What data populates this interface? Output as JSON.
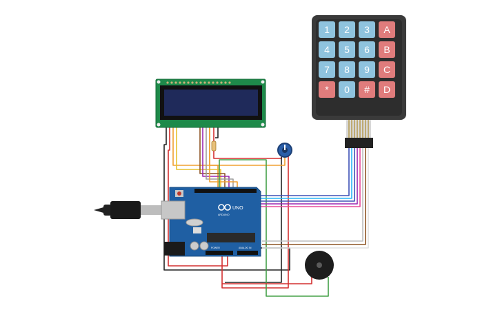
{
  "keypad": {
    "keys": [
      {
        "label": "1",
        "kind": "num"
      },
      {
        "label": "2",
        "kind": "num"
      },
      {
        "label": "3",
        "kind": "num"
      },
      {
        "label": "A",
        "kind": "alpha"
      },
      {
        "label": "4",
        "kind": "num"
      },
      {
        "label": "5",
        "kind": "num"
      },
      {
        "label": "6",
        "kind": "num"
      },
      {
        "label": "B",
        "kind": "alpha"
      },
      {
        "label": "7",
        "kind": "num"
      },
      {
        "label": "8",
        "kind": "num"
      },
      {
        "label": "9",
        "kind": "num"
      },
      {
        "label": "C",
        "kind": "alpha"
      },
      {
        "label": "*",
        "kind": "alpha"
      },
      {
        "label": "0",
        "kind": "num"
      },
      {
        "label": "#",
        "kind": "alpha"
      },
      {
        "label": "D",
        "kind": "alpha"
      }
    ]
  },
  "arduino": {
    "brand_label": "ARDUINO",
    "model_label": "UNO",
    "power_label": "POWER",
    "analog_label": "ANALOG IN"
  },
  "colors": {
    "board": "#1f5fa3",
    "keypad_body": "#3a3a3a",
    "key_num": "#8fc3de",
    "key_alpha": "#e07c7c",
    "lcd_pcb": "#1e8a4a",
    "lcd_screen": "#1f2a5a",
    "wire_red": "#d32f2f",
    "wire_black": "#222222",
    "wire_green": "#43a047",
    "wire_orange": "#f0a030",
    "wire_yellow": "#e6c230",
    "wire_purple": "#9c27b0",
    "wire_blue": "#3f51b5",
    "wire_cyan": "#29b6f6",
    "wire_brown": "#8d5524",
    "wire_pink": "#e84a9a",
    "wire_gray": "#bdbdbd"
  },
  "icons": {
    "usb": "usb-plug-icon",
    "arduino_logo": "infinity-logo-icon",
    "potentiometer": "knob-icon",
    "buzzer": "piezo-icon"
  }
}
